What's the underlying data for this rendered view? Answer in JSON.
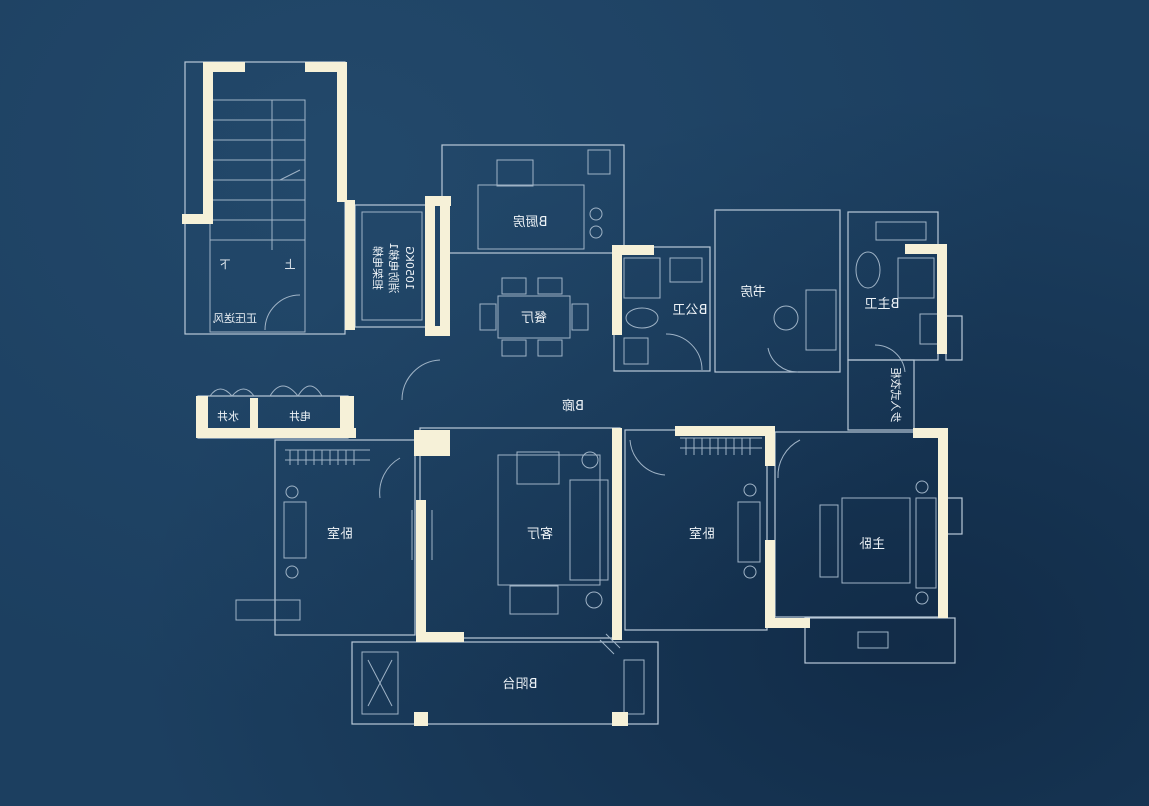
{
  "rooms": {
    "kitchen": "B厨房",
    "dining": "餐厅",
    "public_bath": "B公卫",
    "study": "书房",
    "master_bath": "B主卫",
    "corridor": "B廊",
    "living": "客厅",
    "bedroom_left": "卧室",
    "bedroom_mid": "卧室",
    "master_bedroom": "主卧",
    "balcony": "B阳台",
    "water_well": "水井",
    "electric_well": "电井",
    "fire_room": "正压送风",
    "stair_up": "上",
    "stair_down": "下"
  },
  "elevator": {
    "line1": "1050KG",
    "line2": "消防电梯1",
    "line3": "担架电梯"
  },
  "vertical_note": "步入式衣柜",
  "colors": {
    "background": "#1c3f60",
    "wall": "#f6f1d8",
    "line": "#b9c9d8"
  }
}
